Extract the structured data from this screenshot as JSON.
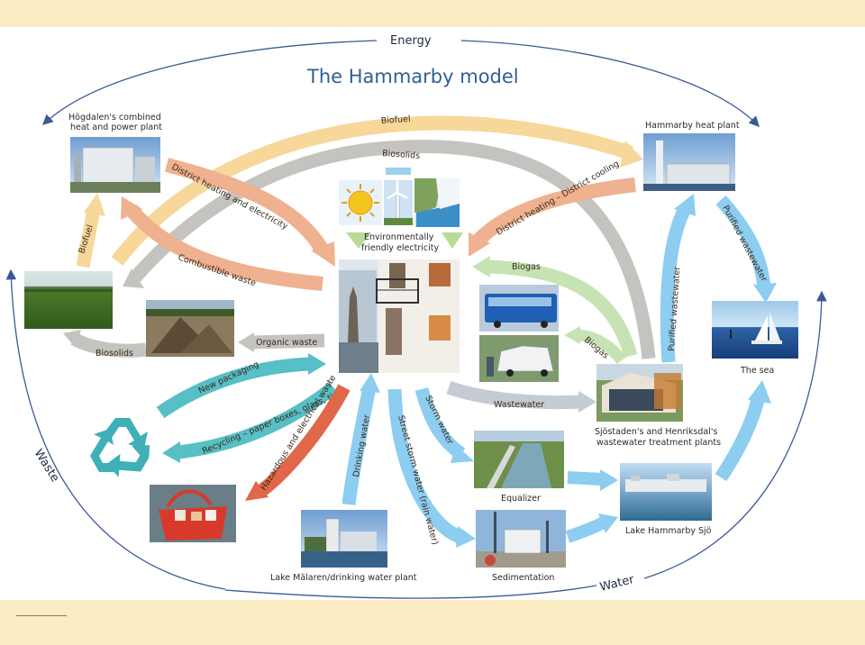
{
  "title": "The Hammarby model",
  "cycle_labels": {
    "energy": "Energy",
    "waste": "Waste",
    "water": "Water"
  },
  "nodes": {
    "hogdalen": "Högdalen's combined heat and power plant",
    "heat_plant": "Hammarby heat plant",
    "electricity": "Environmentally friendly electricity",
    "the_sea": "The sea",
    "treatment": "Sjöstaden's and Henriksdal's wastewater treatment plants",
    "equalizer": "Equalizer",
    "lake_hammarby": "Lake Hammarby Sjö",
    "sedimentation": "Sedimentation",
    "malaren": "Lake Mälaren/drinking water plant"
  },
  "flows": {
    "biofuel_top": "Biofuel",
    "biosolids_top": "Biosolids",
    "district_heating_electricity": "District heating and electricity",
    "district_heating_cooling": "District heating – District cooling",
    "biofuel_left": "Biofuel",
    "combustible_waste": "Combustible waste",
    "biogas_upper": "Biogas",
    "biogas_lower": "Biogas",
    "purified_wastewater_up": "Purified wastewater",
    "purified_wastewater_down": "Purified wastewater",
    "organic_waste": "Organic waste",
    "biosolids_left": "Biosolids",
    "new_packaging": "New packaging",
    "recycling": "Recycling – paper boxes, glass, tins",
    "hazardous": "Hazardous and electrical waste",
    "drinking_water": "Drinking water",
    "street_storm_water": "Street storm water (rain water)",
    "storm_water": "Storm water",
    "wastewater": "Wastewater"
  },
  "colors": {
    "band": "#fbecc3",
    "biofuel": "#f8d79a",
    "biosolids": "#c5c3bf",
    "district": "#efb18f",
    "biogas": "#c7e3b4",
    "water": "#8ccdf0",
    "recycle": "#57bfc6",
    "hazard": "#e0674a",
    "cycle_line": "#3b5a95"
  },
  "icons": [
    "recycling-icon",
    "sun-icon",
    "wind-turbine-icon",
    "hydro-dam-icon"
  ]
}
